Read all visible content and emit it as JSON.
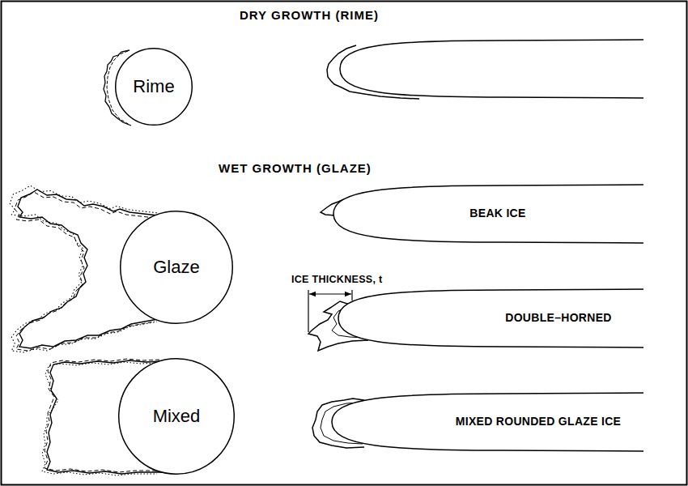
{
  "diagram": {
    "nodes": [
      {
        "text": [
          "Rime"
        ]
      },
      {
        "text": [
          "BEAK ICE"
        ]
      },
      {
        "text": [
          "Glaze"
        ]
      },
      {
        "text": [
          "DOUBLE–HORNED"
        ]
      },
      {
        "text": [
          "Mixed"
        ]
      },
      {
        "text": [
          "MIXED ROUNDED GLAZE ICE"
        ]
      }
    ],
    "labels": [
      "DRY GROWTH (RIME)",
      "WET GROWTH (GLAZE)",
      "ICE THICKNESS, t"
    ]
  }
}
